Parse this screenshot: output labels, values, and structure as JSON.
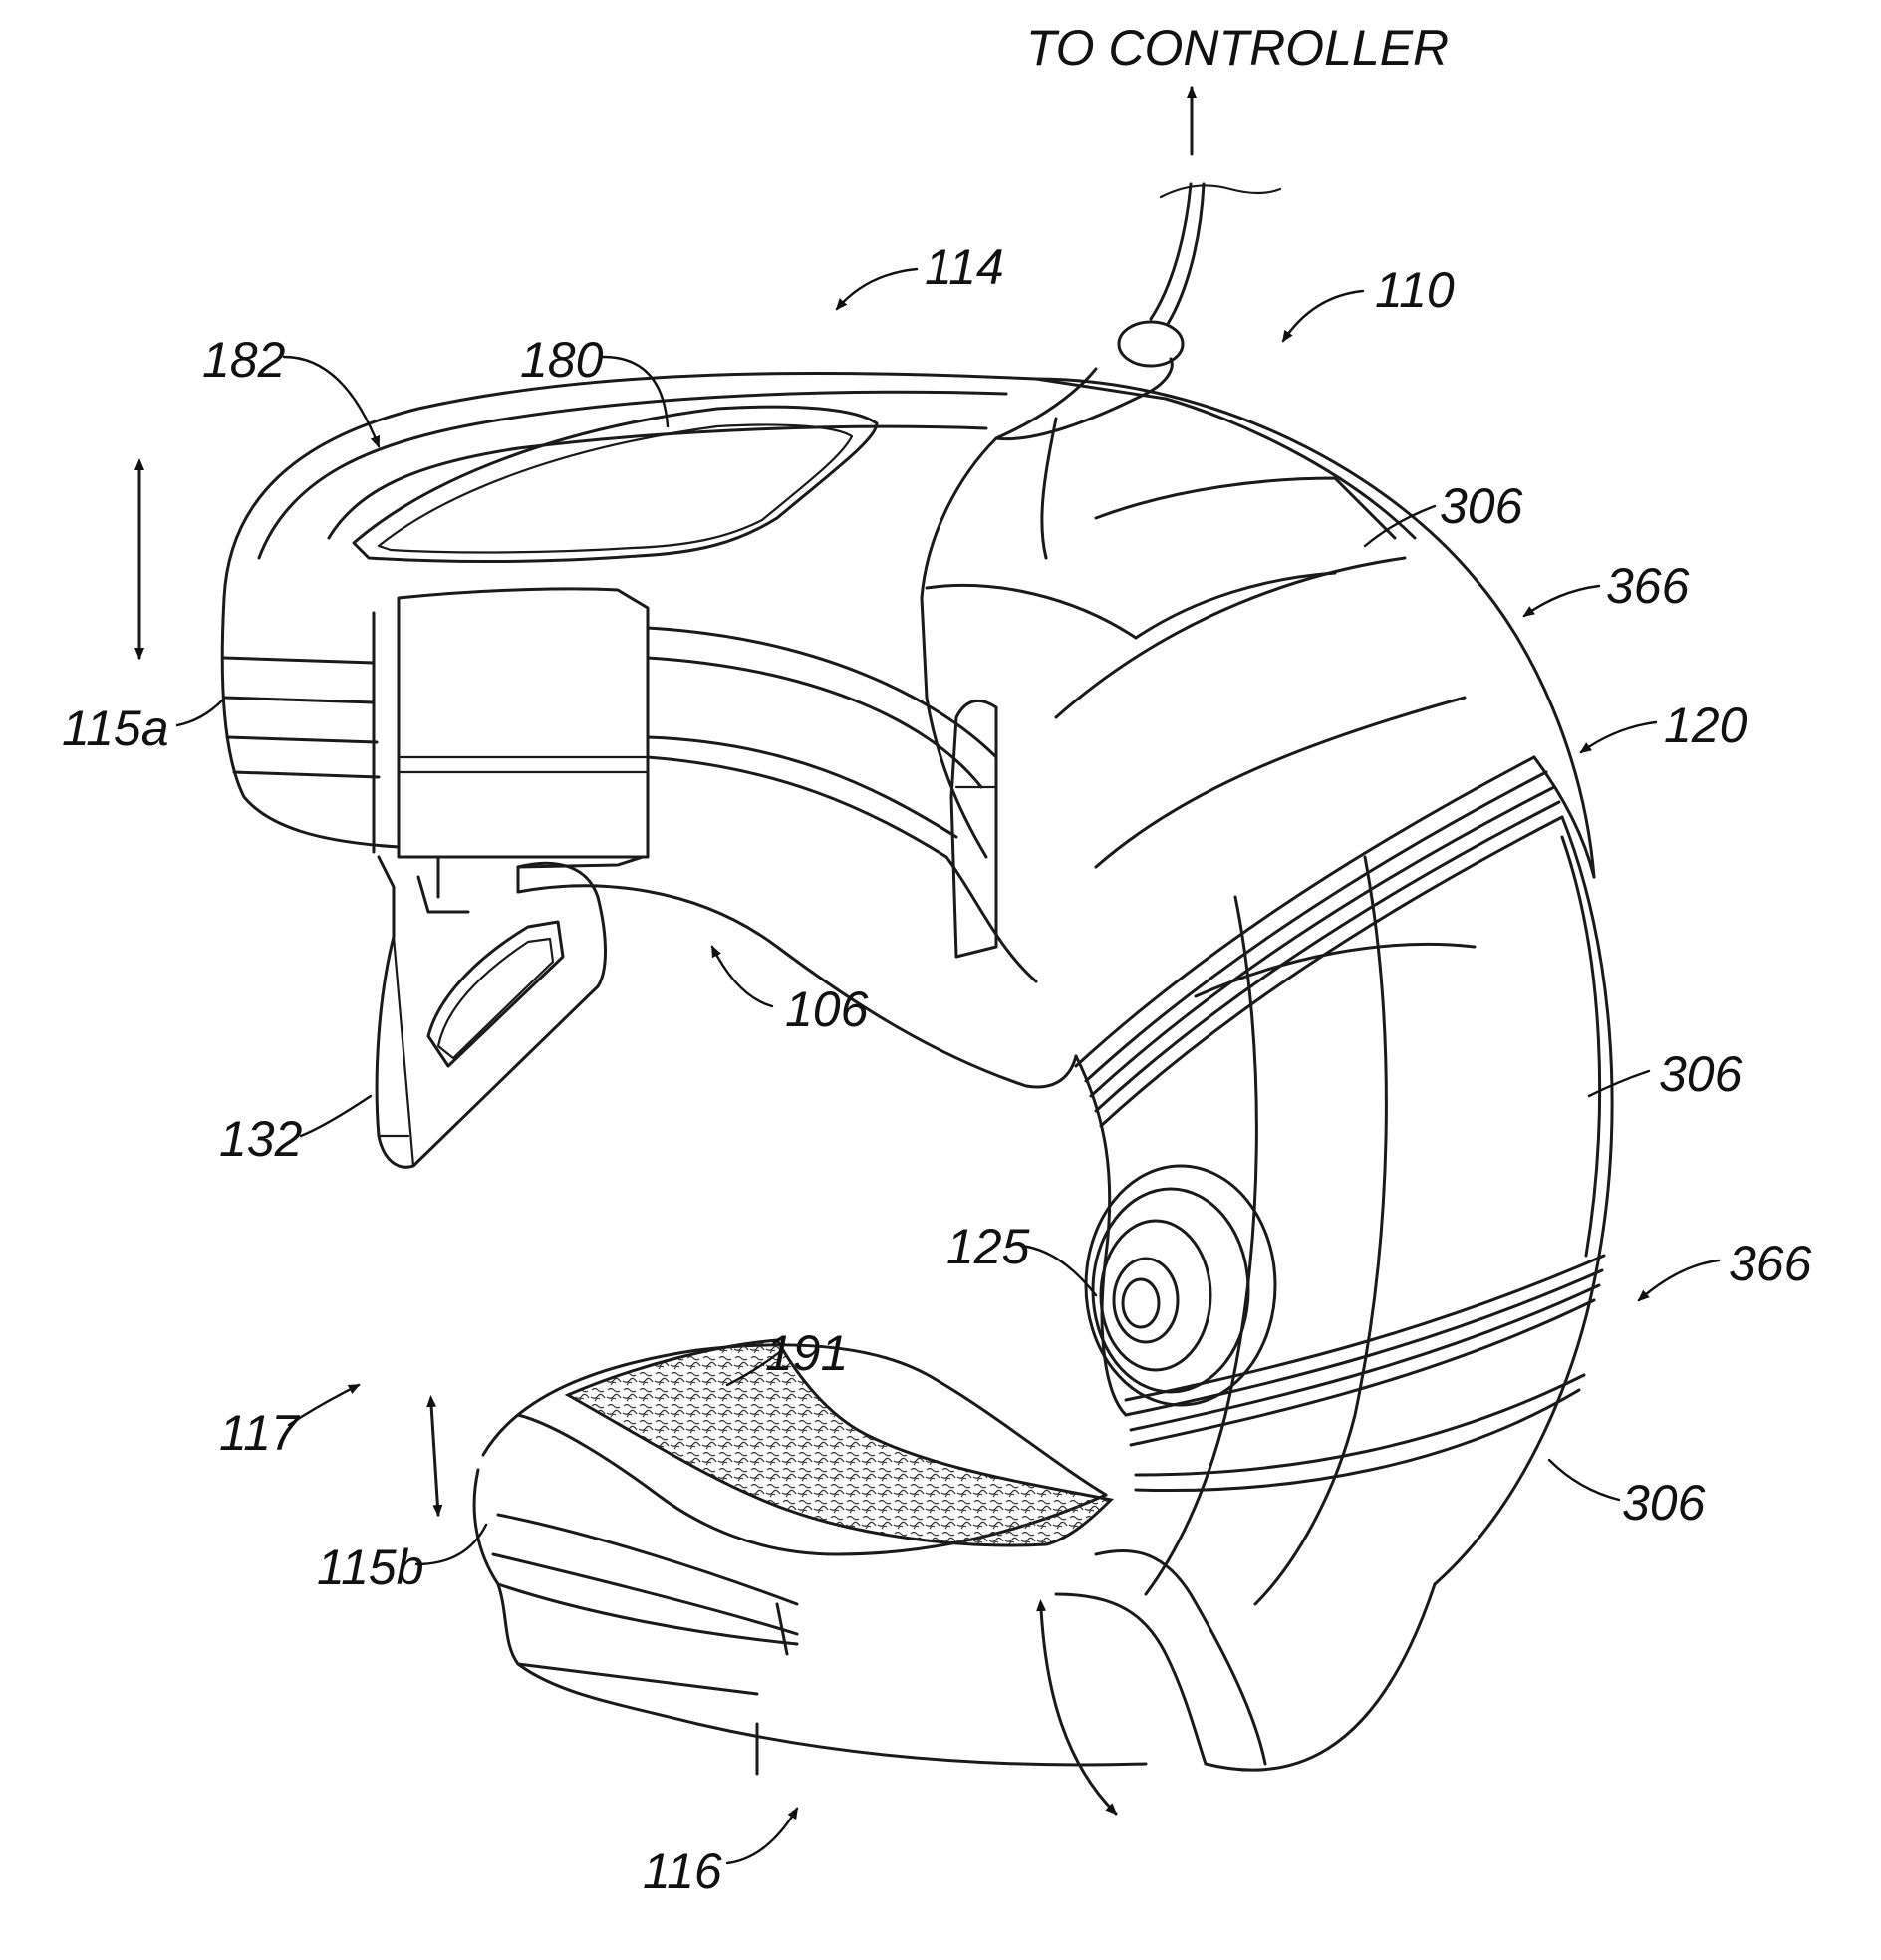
{
  "labels": {
    "to_controller": "TO CONTROLLER",
    "l114": "114",
    "l110": "110",
    "l182": "182",
    "l180": "180",
    "l306a": "306",
    "l366a": "366",
    "l120": "120",
    "l115a": "115a",
    "l106": "106",
    "l306b": "306",
    "l132": "132",
    "l125": "125",
    "l366b": "366",
    "l191": "191",
    "l117": "117",
    "l306c": "306",
    "l115b": "115b",
    "l116": "116"
  }
}
